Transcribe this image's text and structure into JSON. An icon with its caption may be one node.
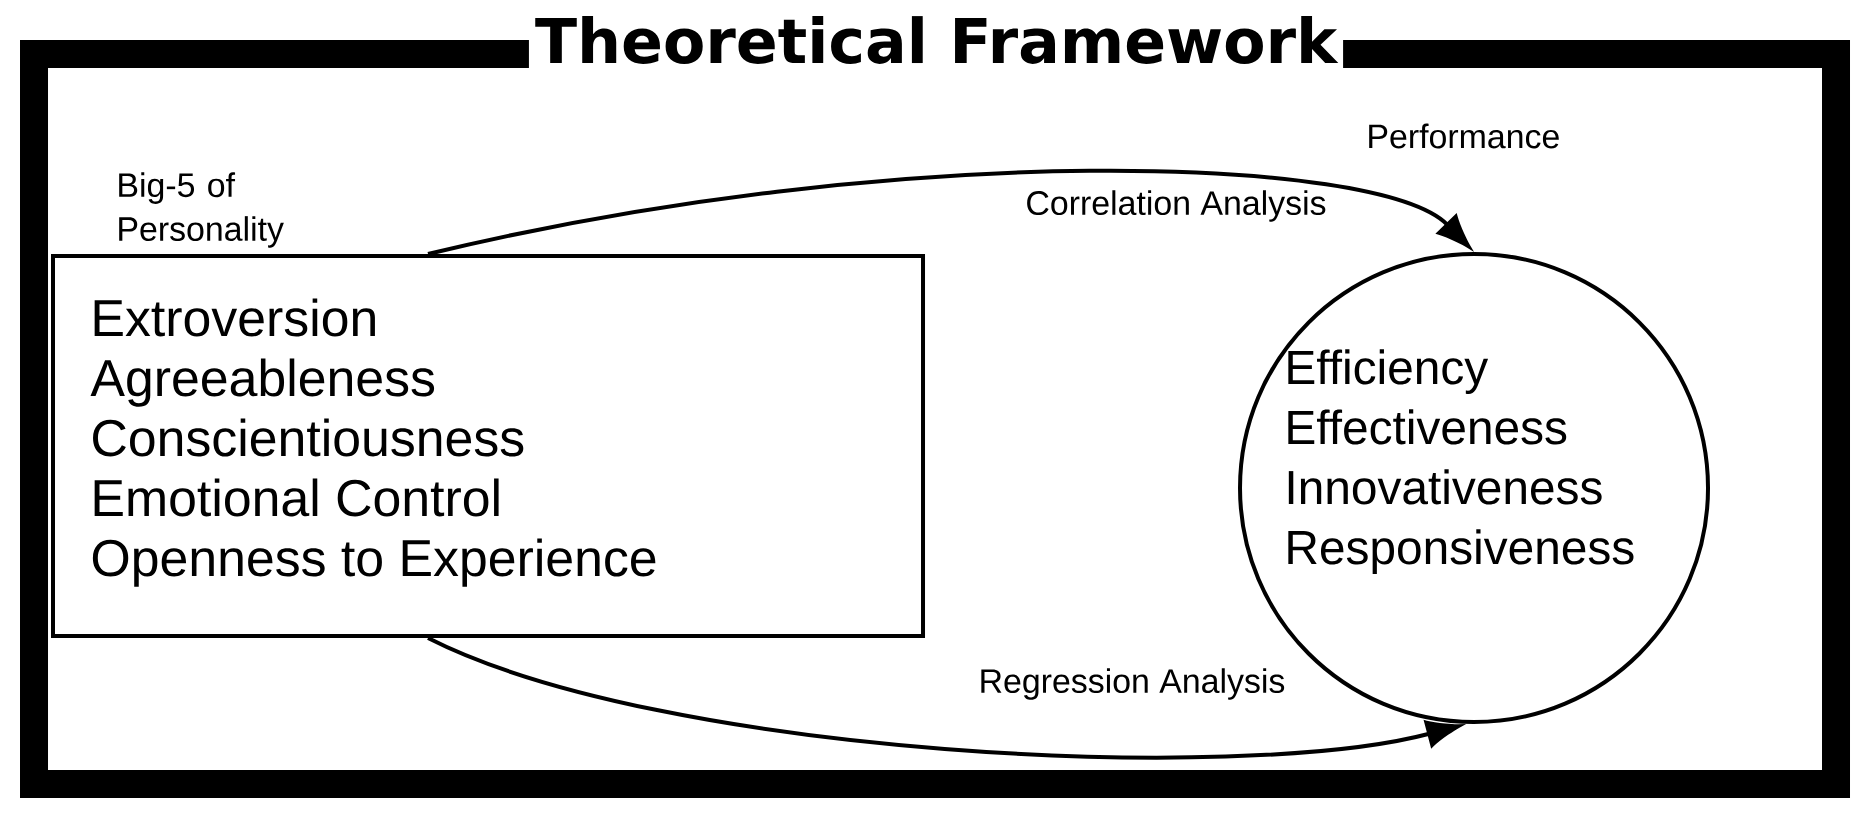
{
  "diagram": {
    "title": "Theoretical Framework",
    "nodes": [
      {
        "text": [
          "Big-5 of Personality",
          "Extroversion",
          "Agreeableness",
          "Conscientiousness",
          "Emotional Control",
          "Openness to Experience"
        ]
      },
      {
        "text": [
          "Performance",
          "Efficiency",
          "Effectiveness",
          "Innovativeness",
          "Responsiveness"
        ]
      }
    ],
    "edges": [
      {
        "from": 0,
        "to": 1,
        "arrow": "to",
        "label": "Correlation Analysis"
      },
      {
        "from": 0,
        "to": 1,
        "arrow": "to",
        "label": "Regression Analysis"
      }
    ]
  }
}
